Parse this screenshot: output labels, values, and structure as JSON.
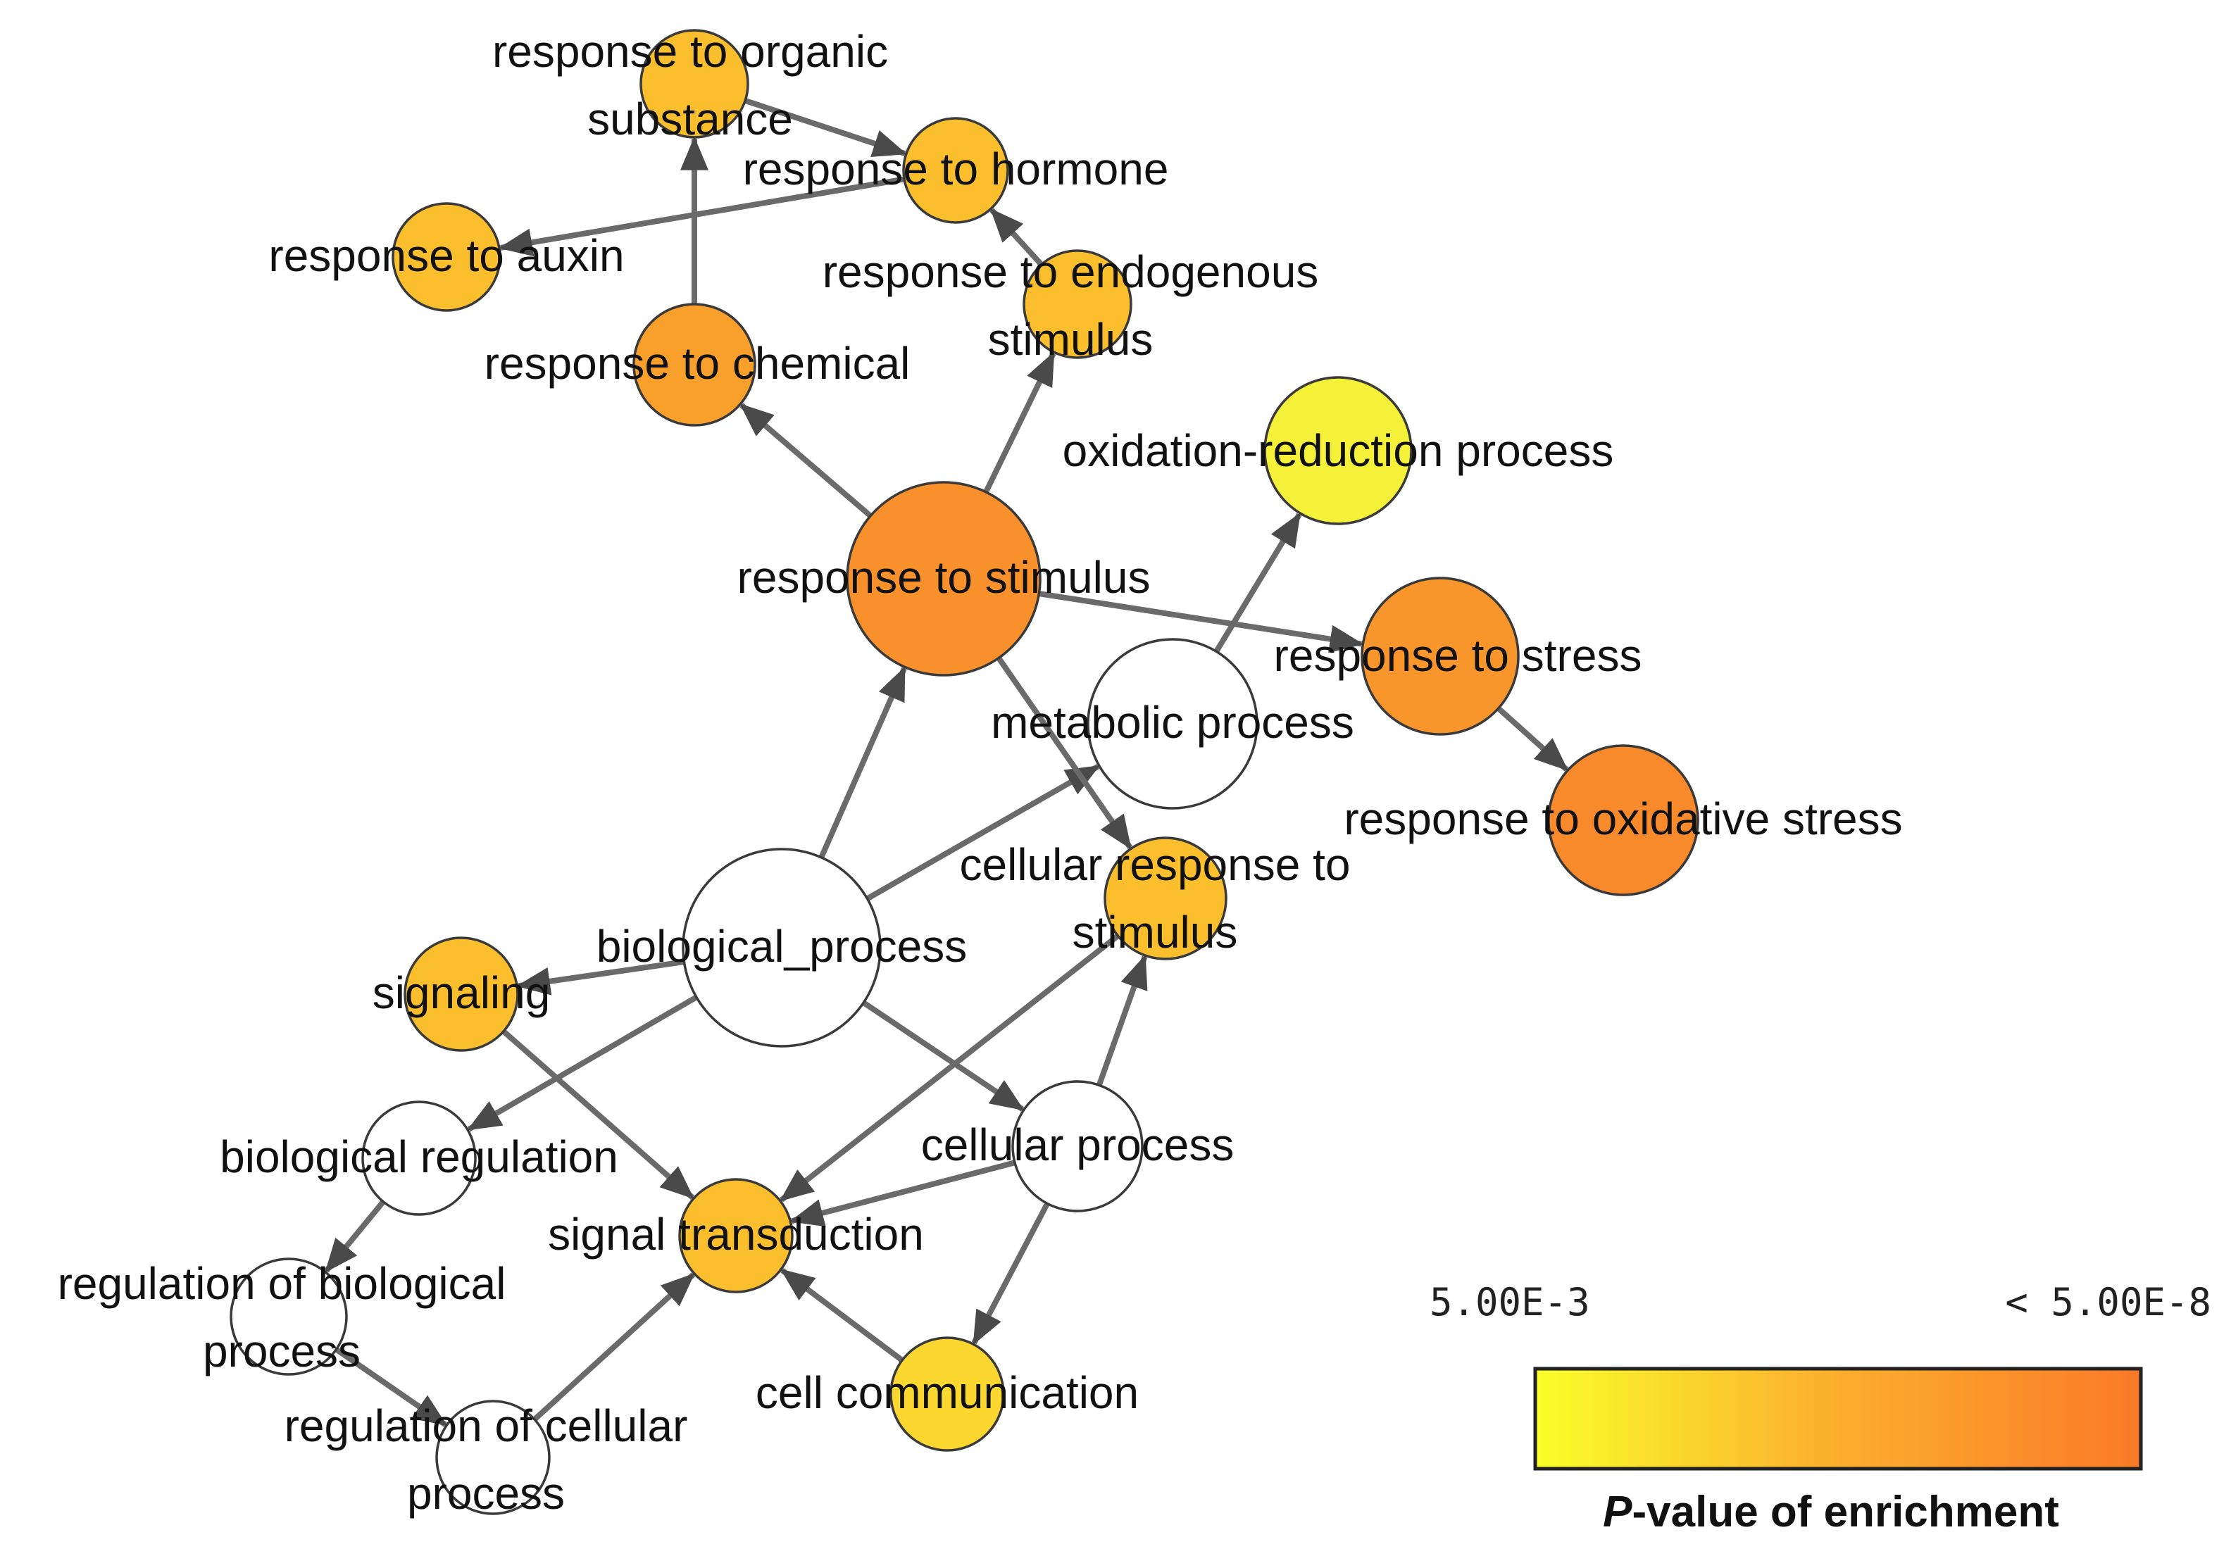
{
  "nodes": [
    {
      "id": "response_to_organic_substance",
      "lines": [
        "response to organic",
        "substance"
      ],
      "color": "#FBBF2E"
    },
    {
      "id": "response_to_hormone",
      "lines": [
        "response to hormone"
      ],
      "color": "#FBBF2E"
    },
    {
      "id": "response_to_auxin",
      "lines": [
        "response to auxin"
      ],
      "color": "#FBBF2E"
    },
    {
      "id": "response_to_chemical",
      "lines": [
        "response to chemical"
      ],
      "color": "#F9A02C"
    },
    {
      "id": "response_to_endogenous_stimulus",
      "lines": [
        "response to endogenous",
        "stimulus"
      ],
      "color": "#FBBF2E"
    },
    {
      "id": "oxidation_reduction_process",
      "lines": [
        "oxidation-reduction process"
      ],
      "color": "#F5F038"
    },
    {
      "id": "response_to_stimulus",
      "lines": [
        "response to stimulus"
      ],
      "color": "#F8912C"
    },
    {
      "id": "response_to_stress",
      "lines": [
        "response to stress"
      ],
      "color": "#F8962C"
    },
    {
      "id": "metabolic_process",
      "lines": [
        "metabolic process"
      ],
      "color": "#FFFFFF"
    },
    {
      "id": "response_to_oxidative_stress",
      "lines": [
        "response to oxidative stress"
      ],
      "color": "#F88A2C"
    },
    {
      "id": "cellular_response_to_stimulus",
      "lines": [
        "cellular response to",
        "stimulus"
      ],
      "color": "#FBBF2E"
    },
    {
      "id": "biological_process",
      "lines": [
        "biological_process"
      ],
      "color": "#FFFFFF"
    },
    {
      "id": "signaling",
      "lines": [
        "signaling"
      ],
      "color": "#FBBF2E"
    },
    {
      "id": "biological_regulation",
      "lines": [
        "biological regulation"
      ],
      "color": "#FFFFFF"
    },
    {
      "id": "cellular_process",
      "lines": [
        "cellular process"
      ],
      "color": "#FFFFFF"
    },
    {
      "id": "signal_transduction",
      "lines": [
        "signal transduction"
      ],
      "color": "#FBBF2E"
    },
    {
      "id": "regulation_of_biological_process",
      "lines": [
        "regulation of biological",
        "process"
      ],
      "color": "#FFFFFF"
    },
    {
      "id": "regulation_of_cellular_process",
      "lines": [
        "regulation of cellular",
        "process"
      ],
      "color": "#FFFFFF"
    },
    {
      "id": "cell_communication",
      "lines": [
        "cell communication"
      ],
      "color": "#FBD72F"
    }
  ],
  "edges": [
    {
      "from": "biological_process",
      "to": "response_to_stimulus"
    },
    {
      "from": "biological_process",
      "to": "metabolic_process"
    },
    {
      "from": "biological_process",
      "to": "signaling"
    },
    {
      "from": "biological_process",
      "to": "biological_regulation"
    },
    {
      "from": "biological_process",
      "to": "cellular_process"
    },
    {
      "from": "response_to_stimulus",
      "to": "response_to_chemical"
    },
    {
      "from": "response_to_stimulus",
      "to": "response_to_endogenous_stimulus"
    },
    {
      "from": "response_to_stimulus",
      "to": "response_to_stress"
    },
    {
      "from": "response_to_stimulus",
      "to": "cellular_response_to_stimulus"
    },
    {
      "from": "response_to_chemical",
      "to": "response_to_organic_substance"
    },
    {
      "from": "response_to_organic_substance",
      "to": "response_to_hormone"
    },
    {
      "from": "response_to_endogenous_stimulus",
      "to": "response_to_hormone"
    },
    {
      "from": "response_to_hormone",
      "to": "response_to_auxin"
    },
    {
      "from": "metabolic_process",
      "to": "oxidation_reduction_process"
    },
    {
      "from": "response_to_stress",
      "to": "response_to_oxidative_stress"
    },
    {
      "from": "cellular_process",
      "to": "cellular_response_to_stimulus"
    },
    {
      "from": "cellular_process",
      "to": "signal_transduction"
    },
    {
      "from": "cellular_process",
      "to": "cell_communication"
    },
    {
      "from": "cellular_response_to_stimulus",
      "to": "signal_transduction"
    },
    {
      "from": "signaling",
      "to": "signal_transduction"
    },
    {
      "from": "cell_communication",
      "to": "signal_transduction"
    },
    {
      "from": "biological_regulation",
      "to": "regulation_of_biological_process"
    },
    {
      "from": "regulation_of_biological_process",
      "to": "regulation_of_cellular_process"
    },
    {
      "from": "regulation_of_cellular_process",
      "to": "signal_transduction"
    }
  ],
  "legend": {
    "low_label": "5.00E-3",
    "high_label": "< 5.00E-8",
    "title_italic": "P",
    "title_rest": "-value of enrichment",
    "color_low": "#FAFF2A",
    "color_mid": "#FBB42E",
    "color_high": "#FB7A28"
  }
}
